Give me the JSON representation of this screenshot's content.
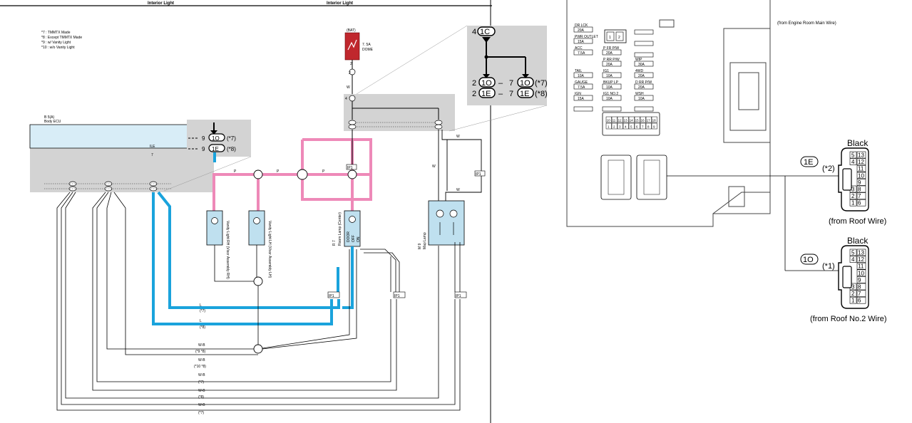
{
  "header": {
    "title_left": "Interior Light",
    "title_right": "Interior Light"
  },
  "notes": [
    "*7 : TMMTX Made",
    "*8 : Except TMMTX Made",
    "*9 : w/ Vanity Light",
    "*10 : w/o Vanity Light"
  ],
  "ecu": {
    "id": "B 5(A)",
    "name": "Body ECU",
    "pin": "ILE",
    "pin_number": "7"
  },
  "battery": {
    "label": "(BAT)",
    "fuse": "7. 5A",
    "fuse_name": "DOME"
  },
  "insets": {
    "small": [
      {
        "pin": "9",
        "conn": "1O",
        "note": "(*7)"
      },
      {
        "pin": "9",
        "conn": "1E",
        "note": "(*8)"
      }
    ],
    "large": {
      "top_pin": "4",
      "top_conn": "1C",
      "rows": [
        {
          "pin_l": "2",
          "conn_l": "1O",
          "pin_r": "7",
          "conn_r": "1O",
          "note": "(*7)"
        },
        {
          "pin_l": "2",
          "conn_l": "1E",
          "pin_r": "7",
          "conn_r": "1E",
          "note": "(*8)"
        }
      ]
    }
  },
  "components": {
    "vanity_rh": "Vanity Light RH (Visor Assembly RH)",
    "vanity_lh": "Vanity Light LH (Visor Assembly LH)",
    "room_lamp": "Room Lamp (Center)",
    "room_lamp_id": "R 7",
    "room_lamp_sw_door": "DOOR",
    "room_lamp_sw_off": "OFF",
    "room_lamp_sw_on": "ON",
    "map_lamp": "Map Lamp",
    "map_lamp_id": "M 9"
  },
  "wires": {
    "white": "W",
    "white_black": "W-B",
    "pink": "P",
    "blue": "L"
  },
  "junctions": {
    "ip1": "IP1"
  },
  "bottom_labels": [
    {
      "wire": "W-B",
      "note": "(*9 *8)"
    },
    {
      "wire": "W-B",
      "note": "(*10 *8)"
    },
    {
      "wire": "W-B",
      "note": "(*7)"
    },
    {
      "wire": "W-B",
      "note": "(*8)"
    },
    {
      "wire": "W-B",
      "note": "(*7)"
    }
  ],
  "blue_notes": [
    "(*7)",
    "(*8)"
  ],
  "fuse_box": {
    "fuses": [
      {
        "name": "DR LCK",
        "amp": "20A"
      },
      {
        "name": "PWR OUTLET",
        "amp": "15A"
      },
      {
        "name": "ACC",
        "amp": "7.5A"
      },
      {
        "name": "P FR P/W",
        "amp": "20A"
      },
      {
        "name": "P RR P/W",
        "amp": "20A"
      },
      {
        "name": "WIP",
        "amp": "30A"
      },
      {
        "name": "TAIL",
        "amp": "10A"
      },
      {
        "name": "IG1",
        "amp": "10A"
      },
      {
        "name": "4WD",
        "amp": "20A"
      },
      {
        "name": "GAUGE",
        "amp": "7.5A"
      },
      {
        "name": "BKUP LP",
        "amp": "10A"
      },
      {
        "name": "D RR P/W",
        "amp": "20A"
      },
      {
        "name": "IGN",
        "amp": "15A"
      },
      {
        "name": "IG1 NO.2",
        "amp": "10A"
      },
      {
        "name": "WSH",
        "amp": "10A"
      }
    ],
    "relay_pins": [
      "1",
      "2"
    ],
    "connector_pins_top": [
      "10",
      "11",
      "12",
      "13",
      "14",
      "15",
      "16",
      "17",
      "18"
    ],
    "connector_pins_bottom": [
      "1",
      "2",
      "3",
      "4",
      "5",
      "6",
      "7",
      "8",
      "9"
    ],
    "from_engine_room": "(from Engine Room Main Wire)"
  },
  "connectors": [
    {
      "color": "Black",
      "tag": "1E",
      "note": "(*2)",
      "source": "(from Roof Wire)",
      "pins_left": [
        "5",
        "4",
        "",
        "",
        "",
        "3",
        "2",
        "1"
      ],
      "pins_right": [
        "13",
        "12",
        "11",
        "10",
        "9",
        "8",
        "7",
        "6"
      ]
    },
    {
      "color": "Black",
      "tag": "1O",
      "note": "(*1)",
      "source": "(from Roof No.2 Wire)",
      "pins_left": [
        "5",
        "4",
        "",
        "",
        "",
        "3",
        "2",
        "1"
      ],
      "pins_right": [
        "13",
        "12",
        "11",
        "10",
        "9",
        "8",
        "7",
        "6"
      ]
    }
  ],
  "colors": {
    "pink": "#ee89b8",
    "blue": "#1aa3dc",
    "ecu_fill": "#d8edf7",
    "grey_box": "#d3d3d3",
    "comp_fill": "#bfe0ef",
    "fuse_red": "#c0272d"
  }
}
